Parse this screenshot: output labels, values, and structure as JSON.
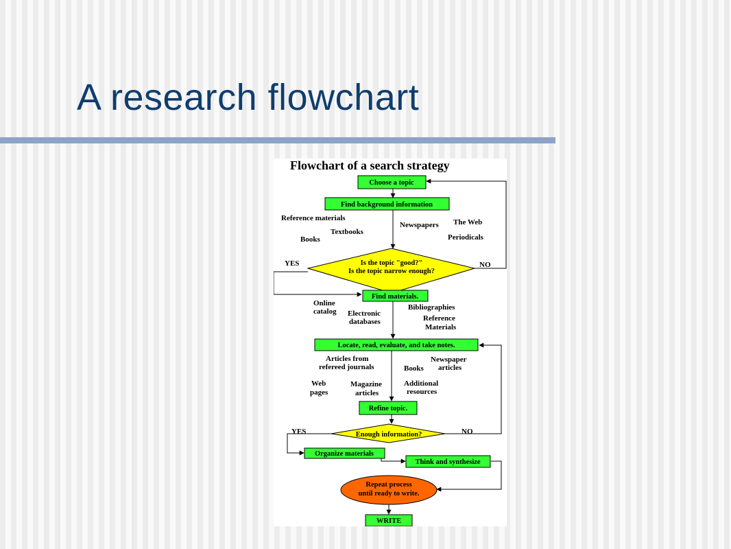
{
  "slide": {
    "title": "A research flowchart"
  },
  "flowchart": {
    "title": "Flowchart of a search strategy",
    "colors": {
      "process": "#33ff33",
      "decision": "#ffff00",
      "terminal": "#ff6600",
      "border": "#000000"
    },
    "nodes": {
      "choose_topic": "Choose a topic",
      "find_background": "Find background information",
      "decision1_line1": "Is the topic \"good?\"",
      "decision1_line2": "Is the topic narrow enough?",
      "find_materials": "Find materials.",
      "locate_read": "Locate, read, evaluate, and take notes.",
      "refine_topic": "Refine topic.",
      "decision2": "Enough information?",
      "organize": "Organize materials",
      "synthesize": "Think and synthesize",
      "repeat_line1": "Repeat process",
      "repeat_line2": "until ready to write.",
      "write": "WRITE"
    },
    "branch_labels": {
      "yes1": "YES",
      "no1": "NO",
      "yes2": "YES",
      "no2": "NO"
    },
    "annotations": {
      "reference_materials": "Reference materials",
      "textbooks": "Textbooks",
      "books": "Books",
      "newspapers": "Newspapers",
      "the_web": "The Web",
      "periodicals": "Periodicals",
      "online_catalog_1": "Online",
      "online_catalog_2": "catalog",
      "electronic_db_1": "Electronic",
      "electronic_db_2": "databases",
      "bibliographies": "Bibliographies",
      "reference_materials2_1": "Reference",
      "reference_materials2_2": "Materials",
      "articles_refereed_1": "Articles from",
      "articles_refereed_2": "refereed journals",
      "books2": "Books",
      "newspaper_articles_1": "Newspaper",
      "newspaper_articles_2": "articles",
      "web_pages_1": "Web",
      "web_pages_2": "pages",
      "magazine_articles_1": "Magazine",
      "magazine_articles_2": "articles",
      "additional_resources_1": "Additional",
      "additional_resources_2": "resources"
    }
  }
}
